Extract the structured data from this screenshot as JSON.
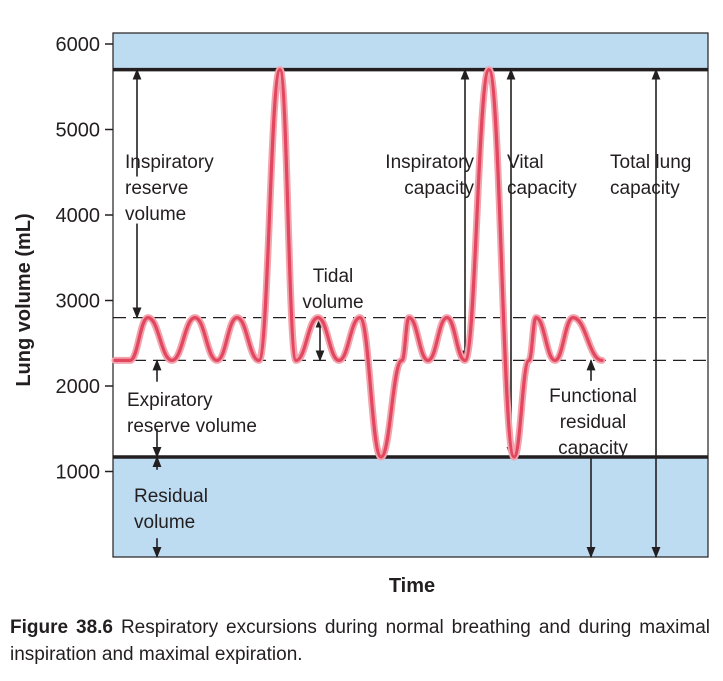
{
  "chart_data": {
    "type": "line",
    "title": "",
    "xlabel": "Time",
    "ylabel": "Lung volume (mL)",
    "ylim": [
      0,
      6000
    ],
    "yticks": [
      1000,
      2000,
      3000,
      4000,
      5000,
      6000
    ],
    "grid": false,
    "legend": "none",
    "reference_levels": {
      "total_lung_capacity": 5700,
      "tidal_peak": 2800,
      "tidal_trough": 2300,
      "residual_volume": 1170
    },
    "series": [
      {
        "values": [
          2300,
          2300,
          2800,
          2300,
          2800,
          2300,
          2800,
          2300,
          5700,
          2300,
          2800,
          2300,
          2800,
          1170,
          2300,
          2800,
          2300,
          2800,
          2300,
          5700,
          1170,
          2300,
          2800,
          2300,
          2800,
          2300
        ]
      }
    ],
    "annotations": [
      {
        "id": "irv",
        "lines": [
          "Inspiratory",
          "reserve",
          "volume"
        ]
      },
      {
        "id": "tidal",
        "lines": [
          "Tidal",
          "volume"
        ]
      },
      {
        "id": "erv",
        "lines": [
          "Expiratory",
          "reserve volume"
        ]
      },
      {
        "id": "rv",
        "lines": [
          "Residual",
          "volume"
        ]
      },
      {
        "id": "ic",
        "lines": [
          "Inspiratory",
          "capacity"
        ]
      },
      {
        "id": "vc",
        "lines": [
          "Vital",
          "capacity"
        ]
      },
      {
        "id": "tlc",
        "lines": [
          "Total lung",
          "capacity"
        ]
      },
      {
        "id": "frc",
        "lines": [
          "Functional",
          "residual",
          "capacity"
        ]
      }
    ],
    "colors": {
      "trace": "#e2475f",
      "trace_glow": "#f2a3ad",
      "band_fill": "#bedcf1",
      "axis": "#231f20"
    }
  },
  "caption": {
    "label": "Figure 38.6",
    "text": " Respiratory excursions during normal breathing and during maximal inspiration and maximal expiration."
  }
}
